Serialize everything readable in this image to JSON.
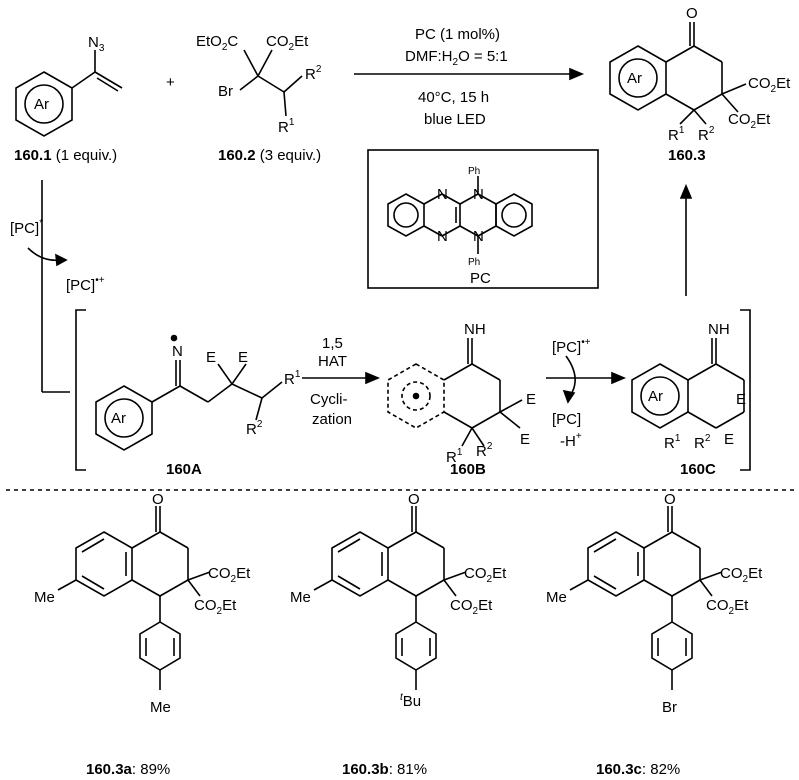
{
  "reaction": {
    "azide_substituent": "N",
    "azide_sub": "3",
    "ar": "Ar",
    "plus": "+",
    "ester_a": "EtO",
    "ester_a_sub": "2",
    "ester_a_tail": "C",
    "ester_b": "CO",
    "ester_b_sub": "2",
    "ester_b_tail": "Et",
    "br": "Br",
    "r": "R",
    "one": "1",
    "two": "2",
    "conditions": {
      "line1": "PC (1 mol%)",
      "line2_a": "DMF:H",
      "line2_sub": "2",
      "line2_b": "O = 5:1",
      "line3": "40°C, 15 h",
      "line4": "blue LED"
    },
    "compound_1601": {
      "label": "160.1",
      "equiv": " (1 equiv.)"
    },
    "compound_1602": {
      "label": "160.2",
      "equiv": " (3 equiv.)"
    },
    "compound_1603": {
      "label": "160.3"
    },
    "oxygen": "O",
    "co2et_a": "CO",
    "co2et_sub": "2",
    "co2et_tail": "Et"
  },
  "catalyst": {
    "label": "PC",
    "ph": "Ph",
    "n": "N"
  },
  "mechanism": {
    "pc_star": "[PC]",
    "star": "*",
    "pc_radcat": "[PC]",
    "radcat": "•+",
    "step1_line1": "1,5",
    "step1_line2": "HAT",
    "step1_line3": "Cycli-",
    "step1_line4": "zation",
    "pc_radcat2": "[PC]",
    "pc_plain": "[PC]",
    "minus_h": "-H",
    "plus_sup": "+",
    "e": "E",
    "nh": "NH",
    "n_dot": "N",
    "int_160A": "160A",
    "int_160B": "160B",
    "int_160C": "160C"
  },
  "products": [
    {
      "label": "160.3a",
      "yield": ": 89%",
      "para": "Me",
      "para_prefix": ""
    },
    {
      "label": "160.3b",
      "yield": ": 81%",
      "para": "Bu",
      "para_prefix": "t"
    },
    {
      "label": "160.3c",
      "yield": ": 82%",
      "para": "Br",
      "para_prefix": ""
    }
  ],
  "product_common": {
    "oxygen": "O",
    "me": "Me",
    "co2et": "CO",
    "sub2": "2",
    "et": "Et"
  }
}
